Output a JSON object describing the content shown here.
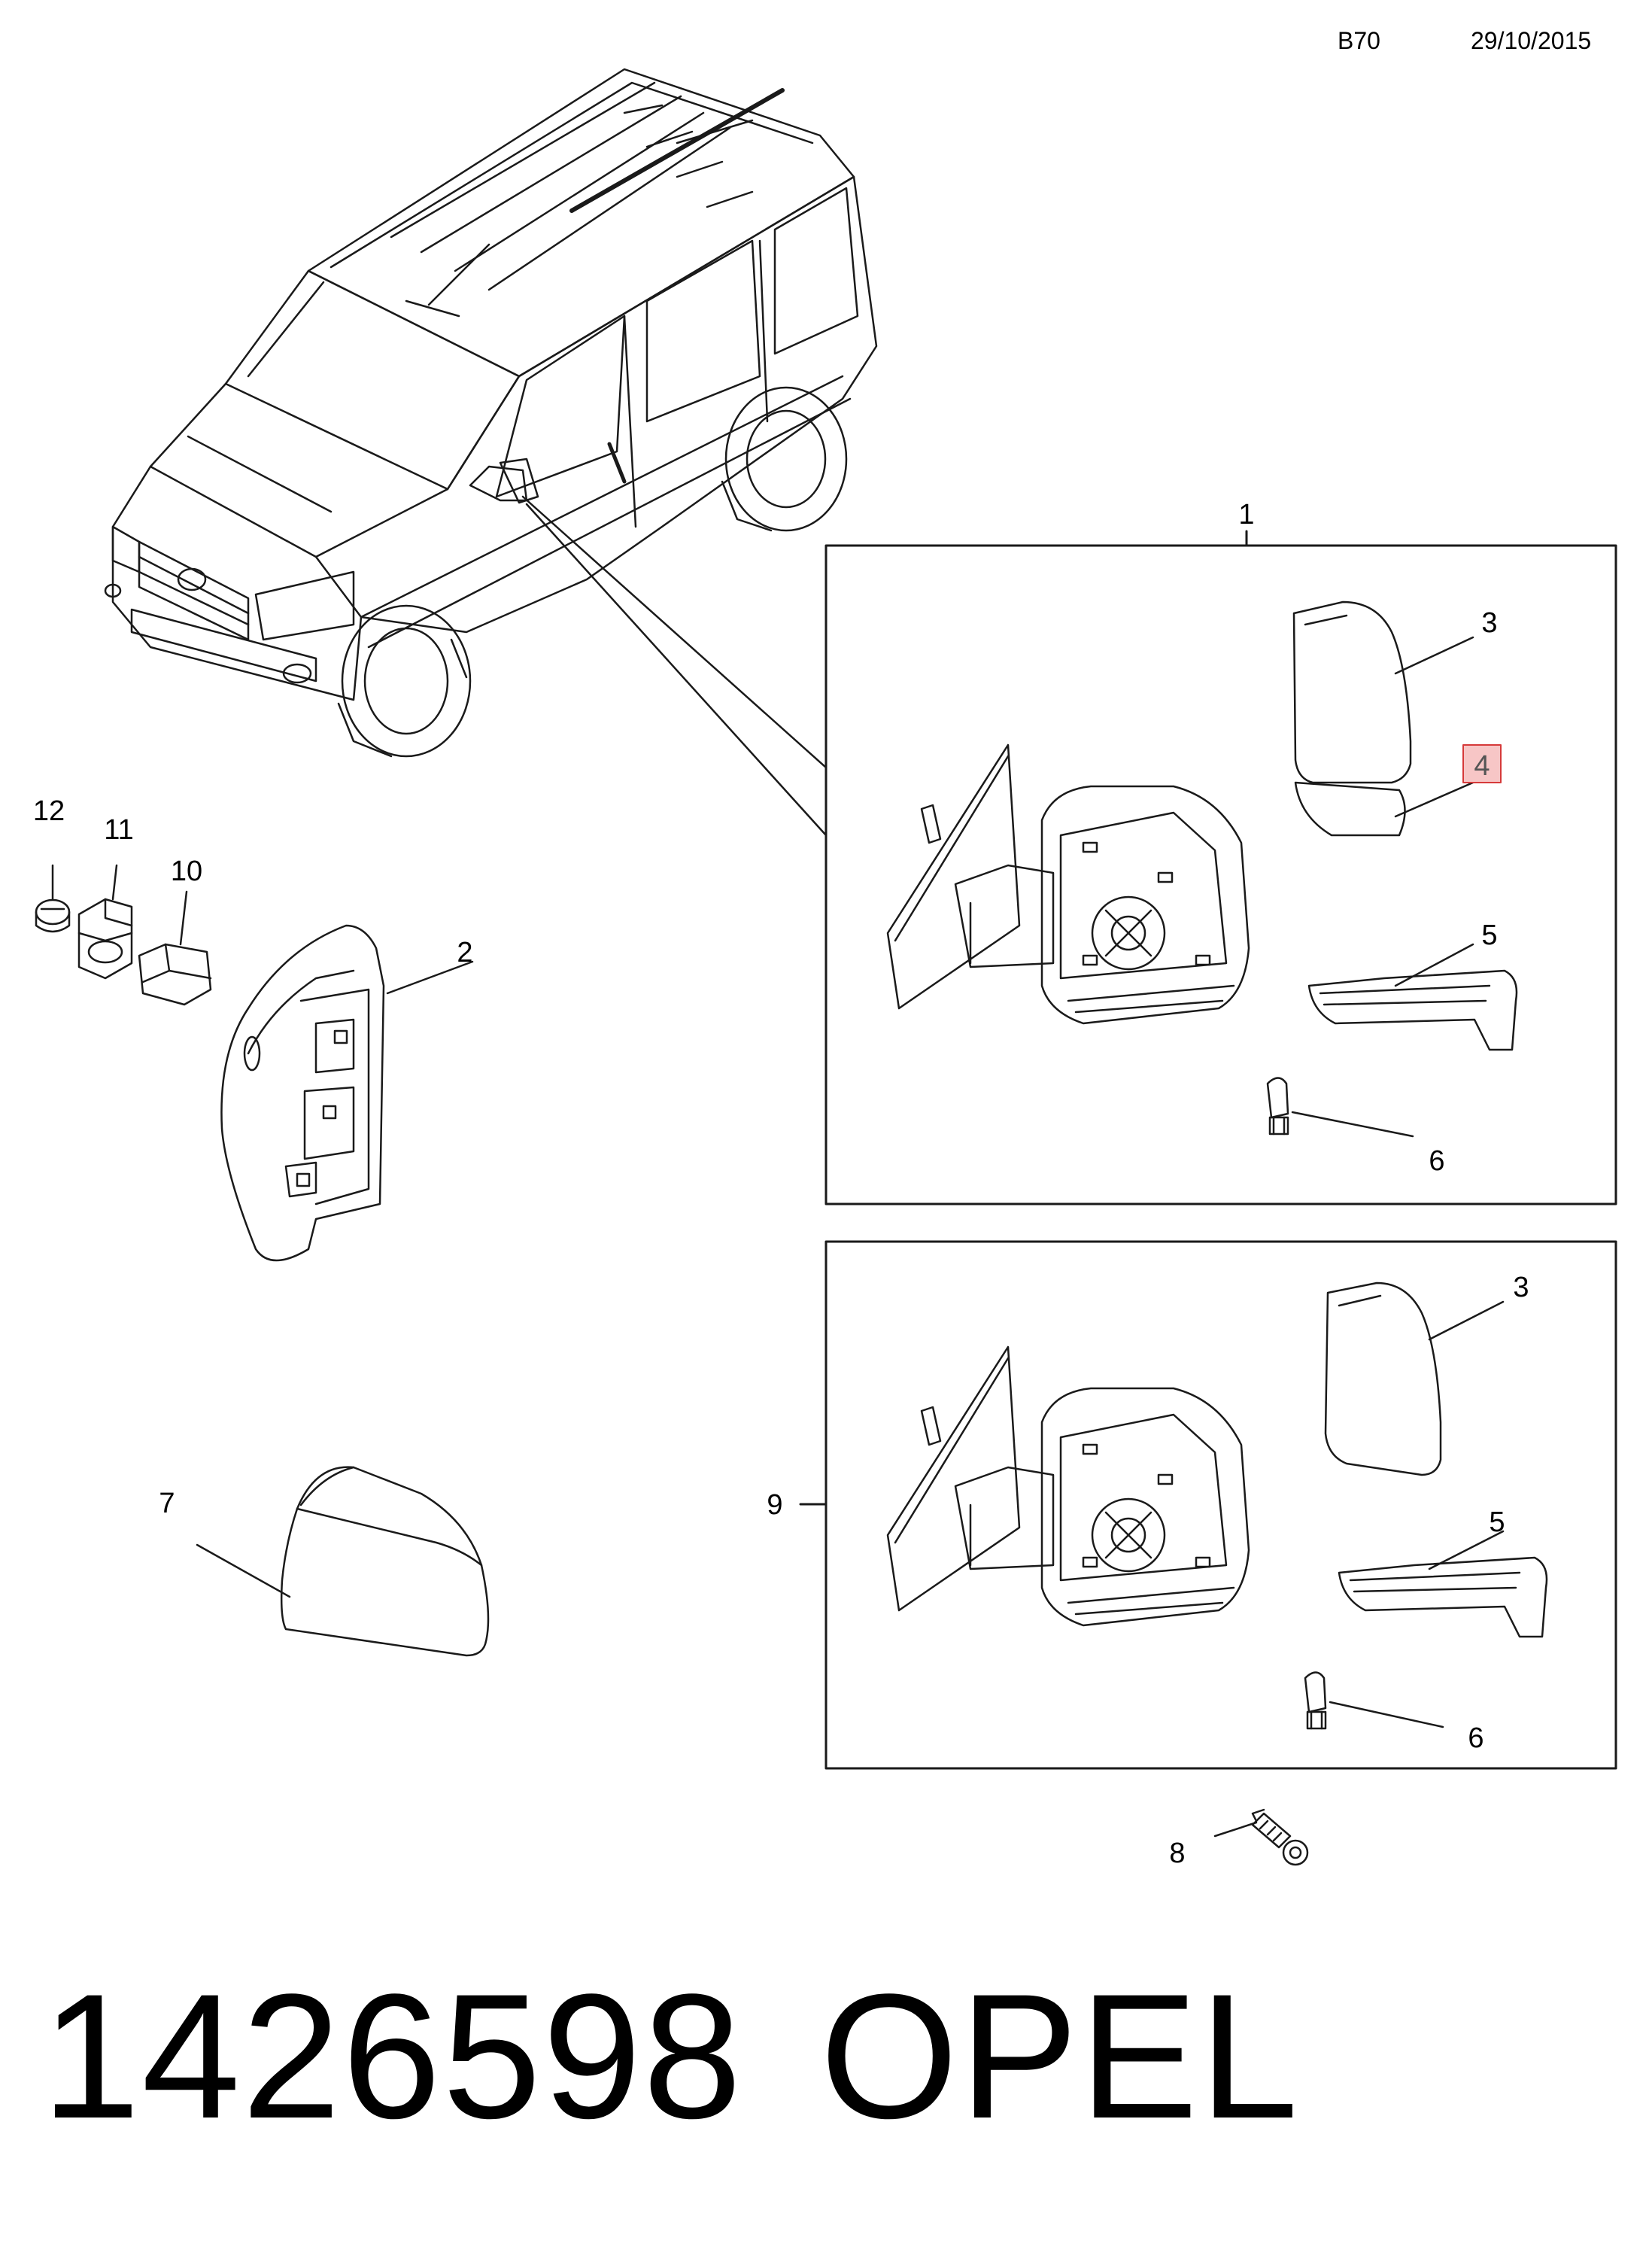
{
  "header": {
    "code": "B70",
    "date": "29/10/2015"
  },
  "footer": {
    "part_number": "1426598",
    "brand": "OPEL"
  },
  "callouts": {
    "c1": "1",
    "c2": "2",
    "c3": "3",
    "c3b": "3",
    "c4": "4",
    "c5": "5",
    "c5b": "5",
    "c6": "6",
    "c6b": "6",
    "c7": "7",
    "c8": "8",
    "c9": "9",
    "c10": "10",
    "c11": "11",
    "c12": "12"
  },
  "colors": {
    "line": "#1a1a1a",
    "shade": "#d9d9d9",
    "highlight": "#f7c6c6",
    "highlight_border": "#d63a3a"
  }
}
